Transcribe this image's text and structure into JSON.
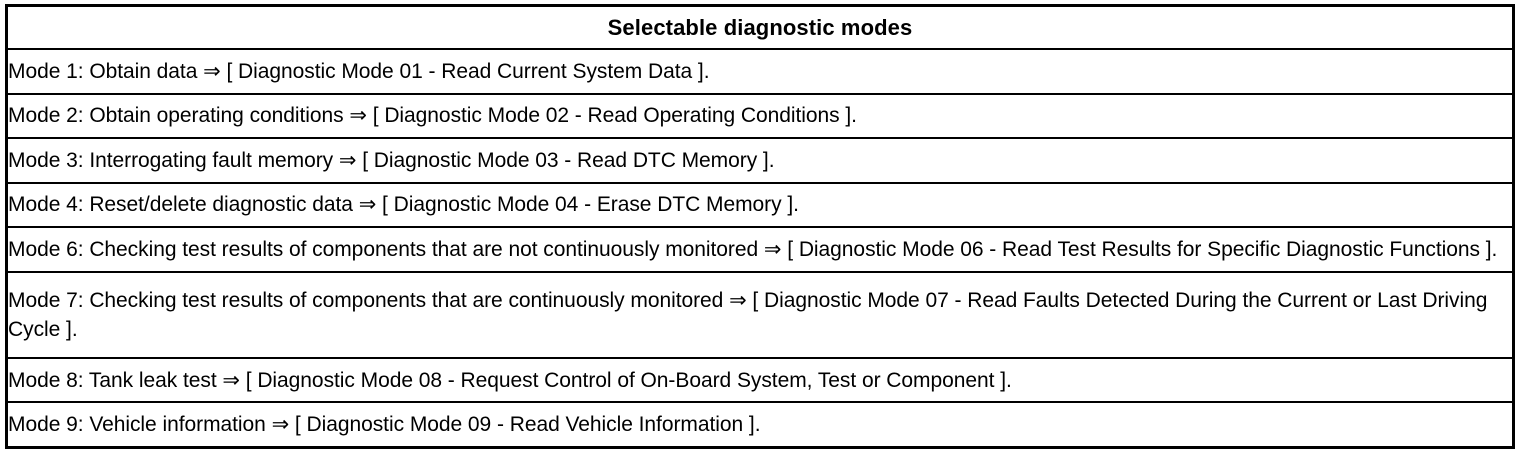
{
  "table": {
    "title": "Selectable diagnostic modes",
    "border_color": "#000000",
    "background_color": "#ffffff",
    "text_color": "#000000",
    "rows": [
      {
        "id": "mode-1",
        "text": "Mode 1: Obtain data ⇒ [ Diagnostic Mode 01 - Read Current System Data ]."
      },
      {
        "id": "mode-2",
        "text": "Mode 2: Obtain operating conditions ⇒ [ Diagnostic Mode 02 - Read Operating Conditions ]."
      },
      {
        "id": "mode-3",
        "text": "Mode 3: Interrogating fault memory ⇒ [ Diagnostic Mode 03 - Read DTC Memory ]."
      },
      {
        "id": "mode-4",
        "text": "Mode 4: Reset/delete diagnostic data ⇒ [ Diagnostic Mode 04 - Erase DTC Memory ]."
      },
      {
        "id": "mode-6",
        "text": "Mode 6: Checking test results of components that are not continuously monitored ⇒ [ Diagnostic Mode 06 - Read Test Results for Specific Diagnostic Functions ]."
      },
      {
        "id": "mode-7",
        "text": "Mode 7: Checking test results of components that are continuously monitored ⇒ [ Diagnostic Mode 07 - Read Faults Detected During the Current or Last Driving Cycle ]."
      },
      {
        "id": "mode-8",
        "text": "Mode 8: Tank leak test ⇒ [ Diagnostic Mode 08 - Request Control of On-Board System, Test or Component ]."
      },
      {
        "id": "mode-9",
        "text": "Mode 9: Vehicle information ⇒ [ Diagnostic Mode 09 - Read Vehicle Information ]."
      }
    ]
  }
}
